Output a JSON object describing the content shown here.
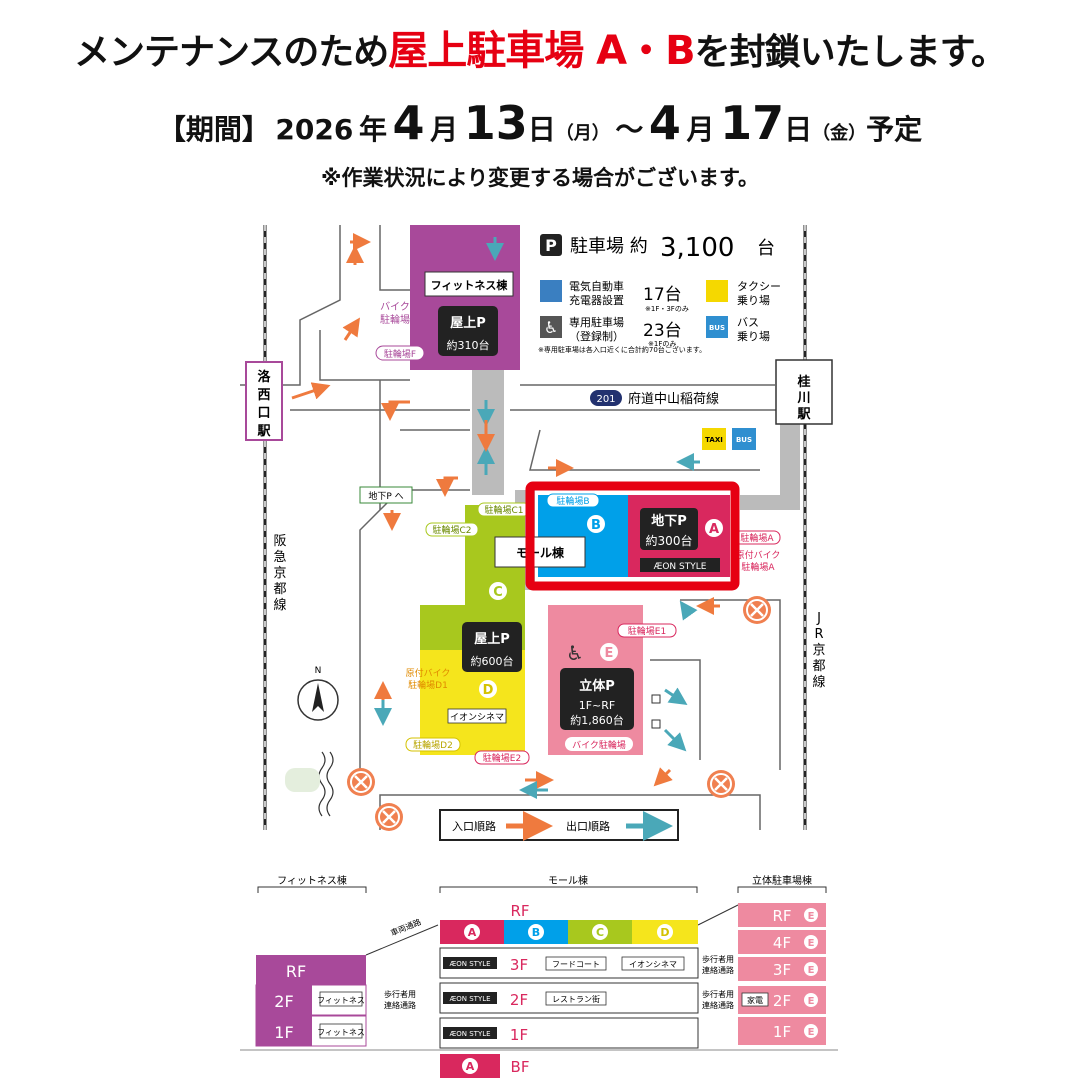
{
  "header": {
    "line1_pre": "メンテナンスのため",
    "line1_red": "屋上駐車場 A・B",
    "line1_post": "を封鎖いたします。",
    "period_label": "【期間】",
    "year": "2026",
    "nen": "年",
    "start_month": "4",
    "start_day": "13",
    "start_weekday": "（月）",
    "tilde": "～",
    "end_month": "4",
    "end_day": "17",
    "end_weekday": "（金）",
    "gatsu": "月",
    "nichi": "日",
    "yotei": "予定",
    "note": "※作業状況により変更する場合がございます。"
  },
  "map": {
    "parking_total_prefix": "駐車場 約",
    "parking_total": "3,100",
    "parking_total_unit": "台",
    "ev_label1": "電気自動車",
    "ev_label2": "充電器設置",
    "ev_count": "17台",
    "ev_note": "※1F・3Fのみ",
    "taxi_label1": "タクシー",
    "taxi_label2": "乗り場",
    "accessible_label1": "専用駐車場",
    "accessible_label2": "（登録制）",
    "accessible_count": "23台",
    "accessible_note": "※1Fのみ",
    "bus_label1": "バス",
    "bus_label2": "乗り場",
    "footnote": "※専用駐車場は各入口近くに合計約70台ございます。",
    "fitness_building": "フィットネス棟",
    "rooftop_p_label": "屋上P",
    "fitness_p_count": "約310台",
    "bike_parking_fitness": "バイク\n駐輪場",
    "bicycle_f": "駐輪場F",
    "rakusai_station": "洛西口駅",
    "hankyu_line": "阪急京都線",
    "route_number": "201",
    "road_name": "府道中山稲荷線",
    "katsura_station": "桂川駅",
    "jr_line": "JR京都線",
    "underground_arrow": "地下P へ",
    "bicycle_b": "駐輪場B",
    "bicycle_c1": "駐輪場C1",
    "bicycle_c2": "駐輪場C2",
    "bicycle_a": "駐輪場A",
    "moped_a": "原付バイク\n駐輪場A",
    "mall_building": "モール棟",
    "underground_p_label": "地下P",
    "underground_p_count": "約300台",
    "aeon_style": "ÆON STYLE",
    "rooftop_c_count": "約600台",
    "moped_d1": "原付バイク\n駐輪場D1",
    "aeon_cinema": "イオンシネマ",
    "bicycle_d2": "駐輪場D2",
    "bicycle_e2": "駐輪場E2",
    "bicycle_e1": "駐輪場E1",
    "multistory_p_label": "立体P",
    "multistory_floors": "1F~RF",
    "multistory_count": "約1,860台",
    "bike_parking_e": "バイク駐輪場",
    "entry_route": "入口順路",
    "exit_route": "出口順路",
    "zone_a": "A",
    "zone_b": "B",
    "zone_c": "C",
    "zone_d": "D",
    "zone_e": "E",
    "north": "N",
    "taxi_icon": "TAXI",
    "bus_icon": "BUS",
    "colors": {
      "red_highlight": "#e60012",
      "zone_a": "#d9285e",
      "zone_b": "#00a0e9",
      "zone_c": "#a8c81e",
      "zone_d": "#f5e51c",
      "zone_e": "#ee8aa0",
      "fitness": "#a8499a",
      "entry_arrow": "#ef7a3e",
      "exit_arrow": "#4aa8b8"
    }
  },
  "section": {
    "fitness_building": "フィットネス棟",
    "mall_building": "モール棟",
    "multistory_building": "立体駐車場棟",
    "vehicle_passage": "車両通路",
    "pedestrian_passage1": "歩行者用",
    "pedestrian_passage2": "連絡通路",
    "fitness_rf": "RF",
    "fitness_2f": "2F",
    "fitness_1f": "1F",
    "fitness_tag": "フィットネス",
    "mall_rf": "RF",
    "mall_3f": "3F",
    "mall_2f": "2F",
    "mall_1f": "1F",
    "mall_bf": "BF",
    "food_court": "フードコート",
    "aeon_cinema": "イオンシネマ",
    "restaurant_street": "レストラン街",
    "aeon_style": "ÆON STYLE",
    "ms_rf": "RF",
    "ms_4f": "4F",
    "ms_3f": "3F",
    "ms_2f": "2F",
    "ms_1f": "1F",
    "electronics": "家電",
    "zone_a": "A",
    "zone_b": "B",
    "zone_c": "C",
    "zone_d": "D",
    "zone_e": "E"
  }
}
